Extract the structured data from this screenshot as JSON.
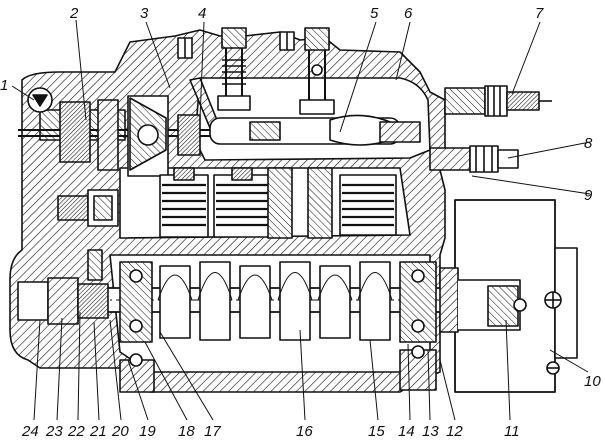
{
  "colors": {
    "ink": "#111111",
    "paper": "#ffffff"
  },
  "callouts": [
    "1",
    "2",
    "3",
    "4",
    "5",
    "6",
    "7",
    "8",
    "9",
    "10",
    "11",
    "12",
    "13",
    "14",
    "15",
    "16",
    "17",
    "18",
    "19",
    "20",
    "21",
    "22",
    "23",
    "24"
  ]
}
